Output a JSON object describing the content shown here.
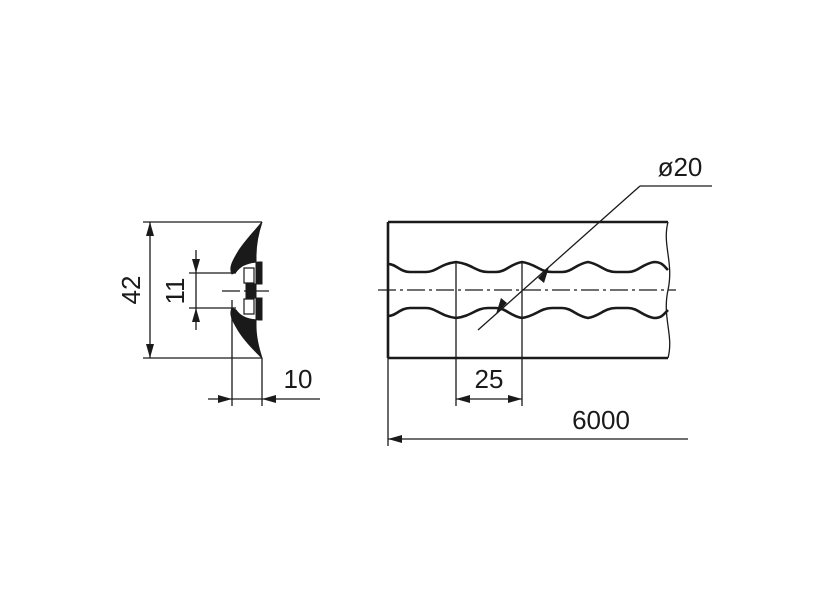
{
  "dimensions": {
    "height_total": "42",
    "slot_height": "11",
    "profile_width": "10",
    "hole_diameter": "ø20",
    "hole_pitch": "25",
    "rail_length": "6000"
  }
}
